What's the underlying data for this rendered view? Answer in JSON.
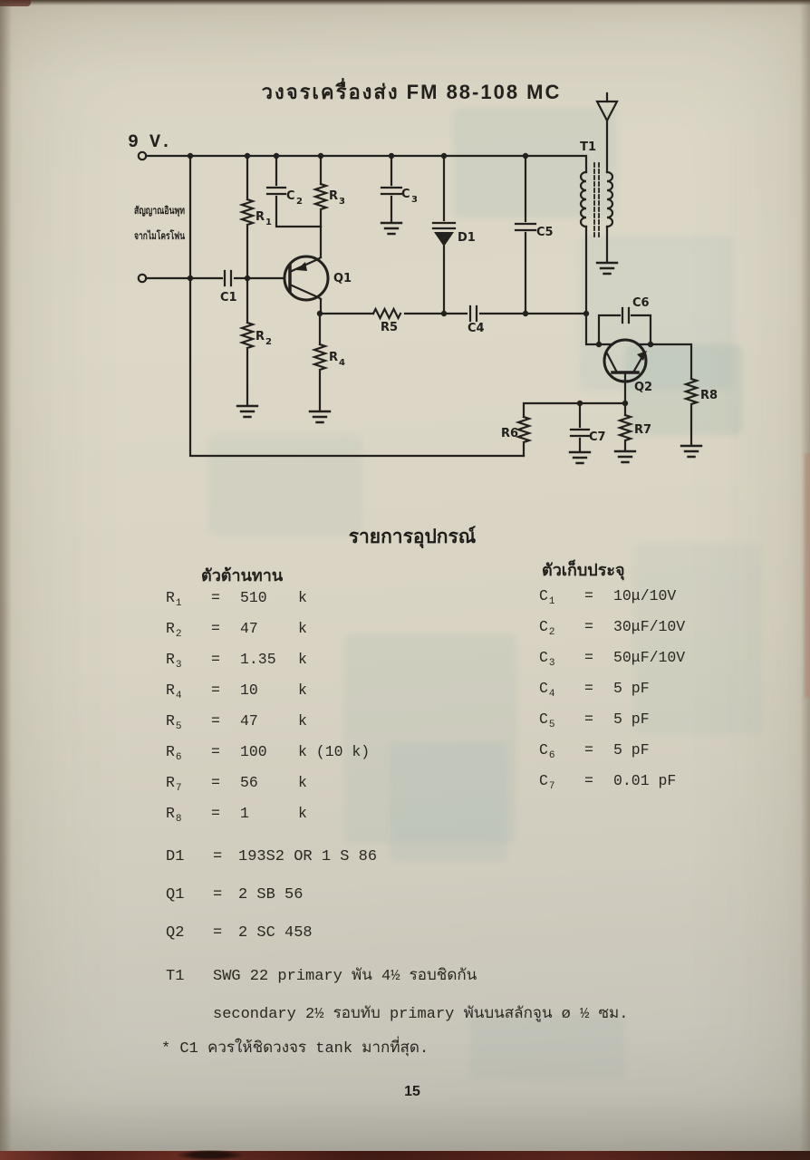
{
  "title": "วงจรเครื่องส่ง FM 88-108 MC",
  "page_number": "15",
  "colors": {
    "paper": "#d9d4c4",
    "ink": "#23211e",
    "bottom_band": "#3a1410"
  },
  "schematic": {
    "supply_label": "9 V.",
    "input_caption": [
      "สัญญาณอินพุท",
      "จากไมโครโฟน"
    ],
    "labels": {
      "t1": "T1",
      "q1": "Q1",
      "q2": "Q2",
      "d1": "D1",
      "c1": "C1",
      "c4": "C4",
      "c5": "C5",
      "c6": "C6",
      "c7": "C7",
      "r5": "R5",
      "r6": "R6",
      "r7": "R7",
      "r8": "R8",
      "r1": {
        "sym": "R",
        "sub": "1"
      },
      "r2": {
        "sym": "R",
        "sub": "2"
      },
      "r3": {
        "sym": "R",
        "sub": "3"
      },
      "r4": {
        "sym": "R",
        "sub": "4"
      },
      "c2": {
        "sym": "C",
        "sub": "2"
      },
      "c3": {
        "sym": "C",
        "sub": "3"
      }
    }
  },
  "parts": {
    "heading": "รายการอุปกรณ์",
    "resistors_heading": "ตัวต้านทาน",
    "capacitors_heading": "ตัวเก็บประจุ",
    "eq": "=",
    "r_sym": "R",
    "c_sym": "C",
    "resistors": [
      {
        "sub": "1",
        "val": "510",
        "unit": "k"
      },
      {
        "sub": "2",
        "val": "47",
        "unit": "k"
      },
      {
        "sub": "3",
        "val": "1.35",
        "unit": "k"
      },
      {
        "sub": "4",
        "val": "10",
        "unit": "k"
      },
      {
        "sub": "5",
        "val": "47",
        "unit": "k"
      },
      {
        "sub": "6",
        "val": "100",
        "unit": "k  (10 k)"
      },
      {
        "sub": "7",
        "val": "56",
        "unit": "k"
      },
      {
        "sub": "8",
        "val": "1",
        "unit": "k"
      }
    ],
    "capacitors": [
      {
        "sub": "1",
        "val": "10μ/10V"
      },
      {
        "sub": "2",
        "val": "30μF/10V"
      },
      {
        "sub": "3",
        "val": "50μF/10V"
      },
      {
        "sub": "4",
        "val": "5 pF"
      },
      {
        "sub": "5",
        "val": "5 pF"
      },
      {
        "sub": "6",
        "val": "5 pF"
      },
      {
        "sub": "7",
        "val": "0.01 pF"
      }
    ]
  },
  "semiconductors": [
    {
      "label": "D1",
      "value": "193S2  OR 1 S 86"
    },
    {
      "label": "Q1",
      "value": "2 SB 56"
    },
    {
      "label": "Q2",
      "value": "2 SC 458"
    }
  ],
  "transformer": {
    "label": "T1",
    "line1": "SWG 22 primary พัน 4½ รอบชิดกัน",
    "line2": "secondary  2½  รอบทับ primary พันบนสลักจูน ø ½ ซม."
  },
  "note": "* C1 ควรให้ชิดวงจร tank มากที่สุด."
}
